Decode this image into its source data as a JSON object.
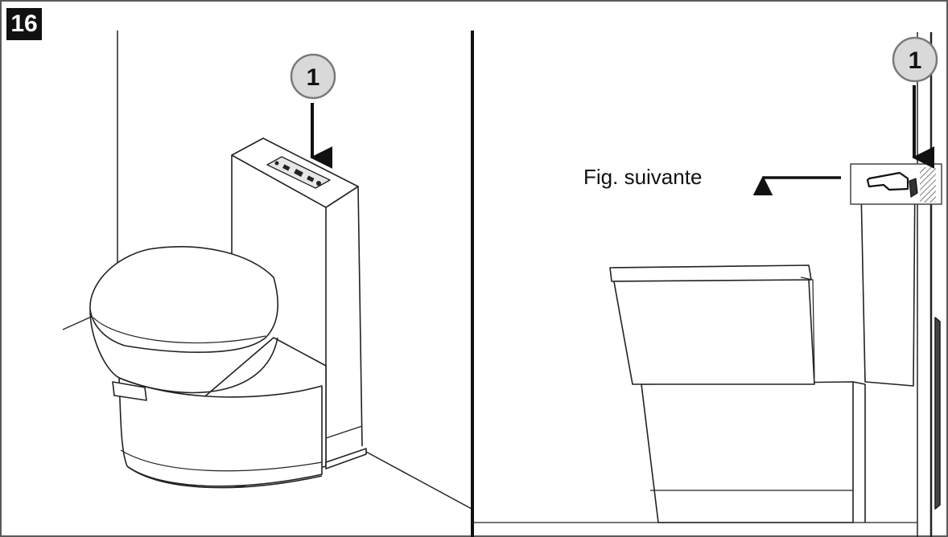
{
  "figure": {
    "number": "16"
  },
  "left_view": {
    "callout_number": "1"
  },
  "right_view": {
    "callout_number": "1",
    "next_figure_label": "Fig. suivante"
  },
  "colors": {
    "ink": "#111111",
    "badge_fill": "#d9d9d9",
    "frame": "#5a5a5a"
  }
}
